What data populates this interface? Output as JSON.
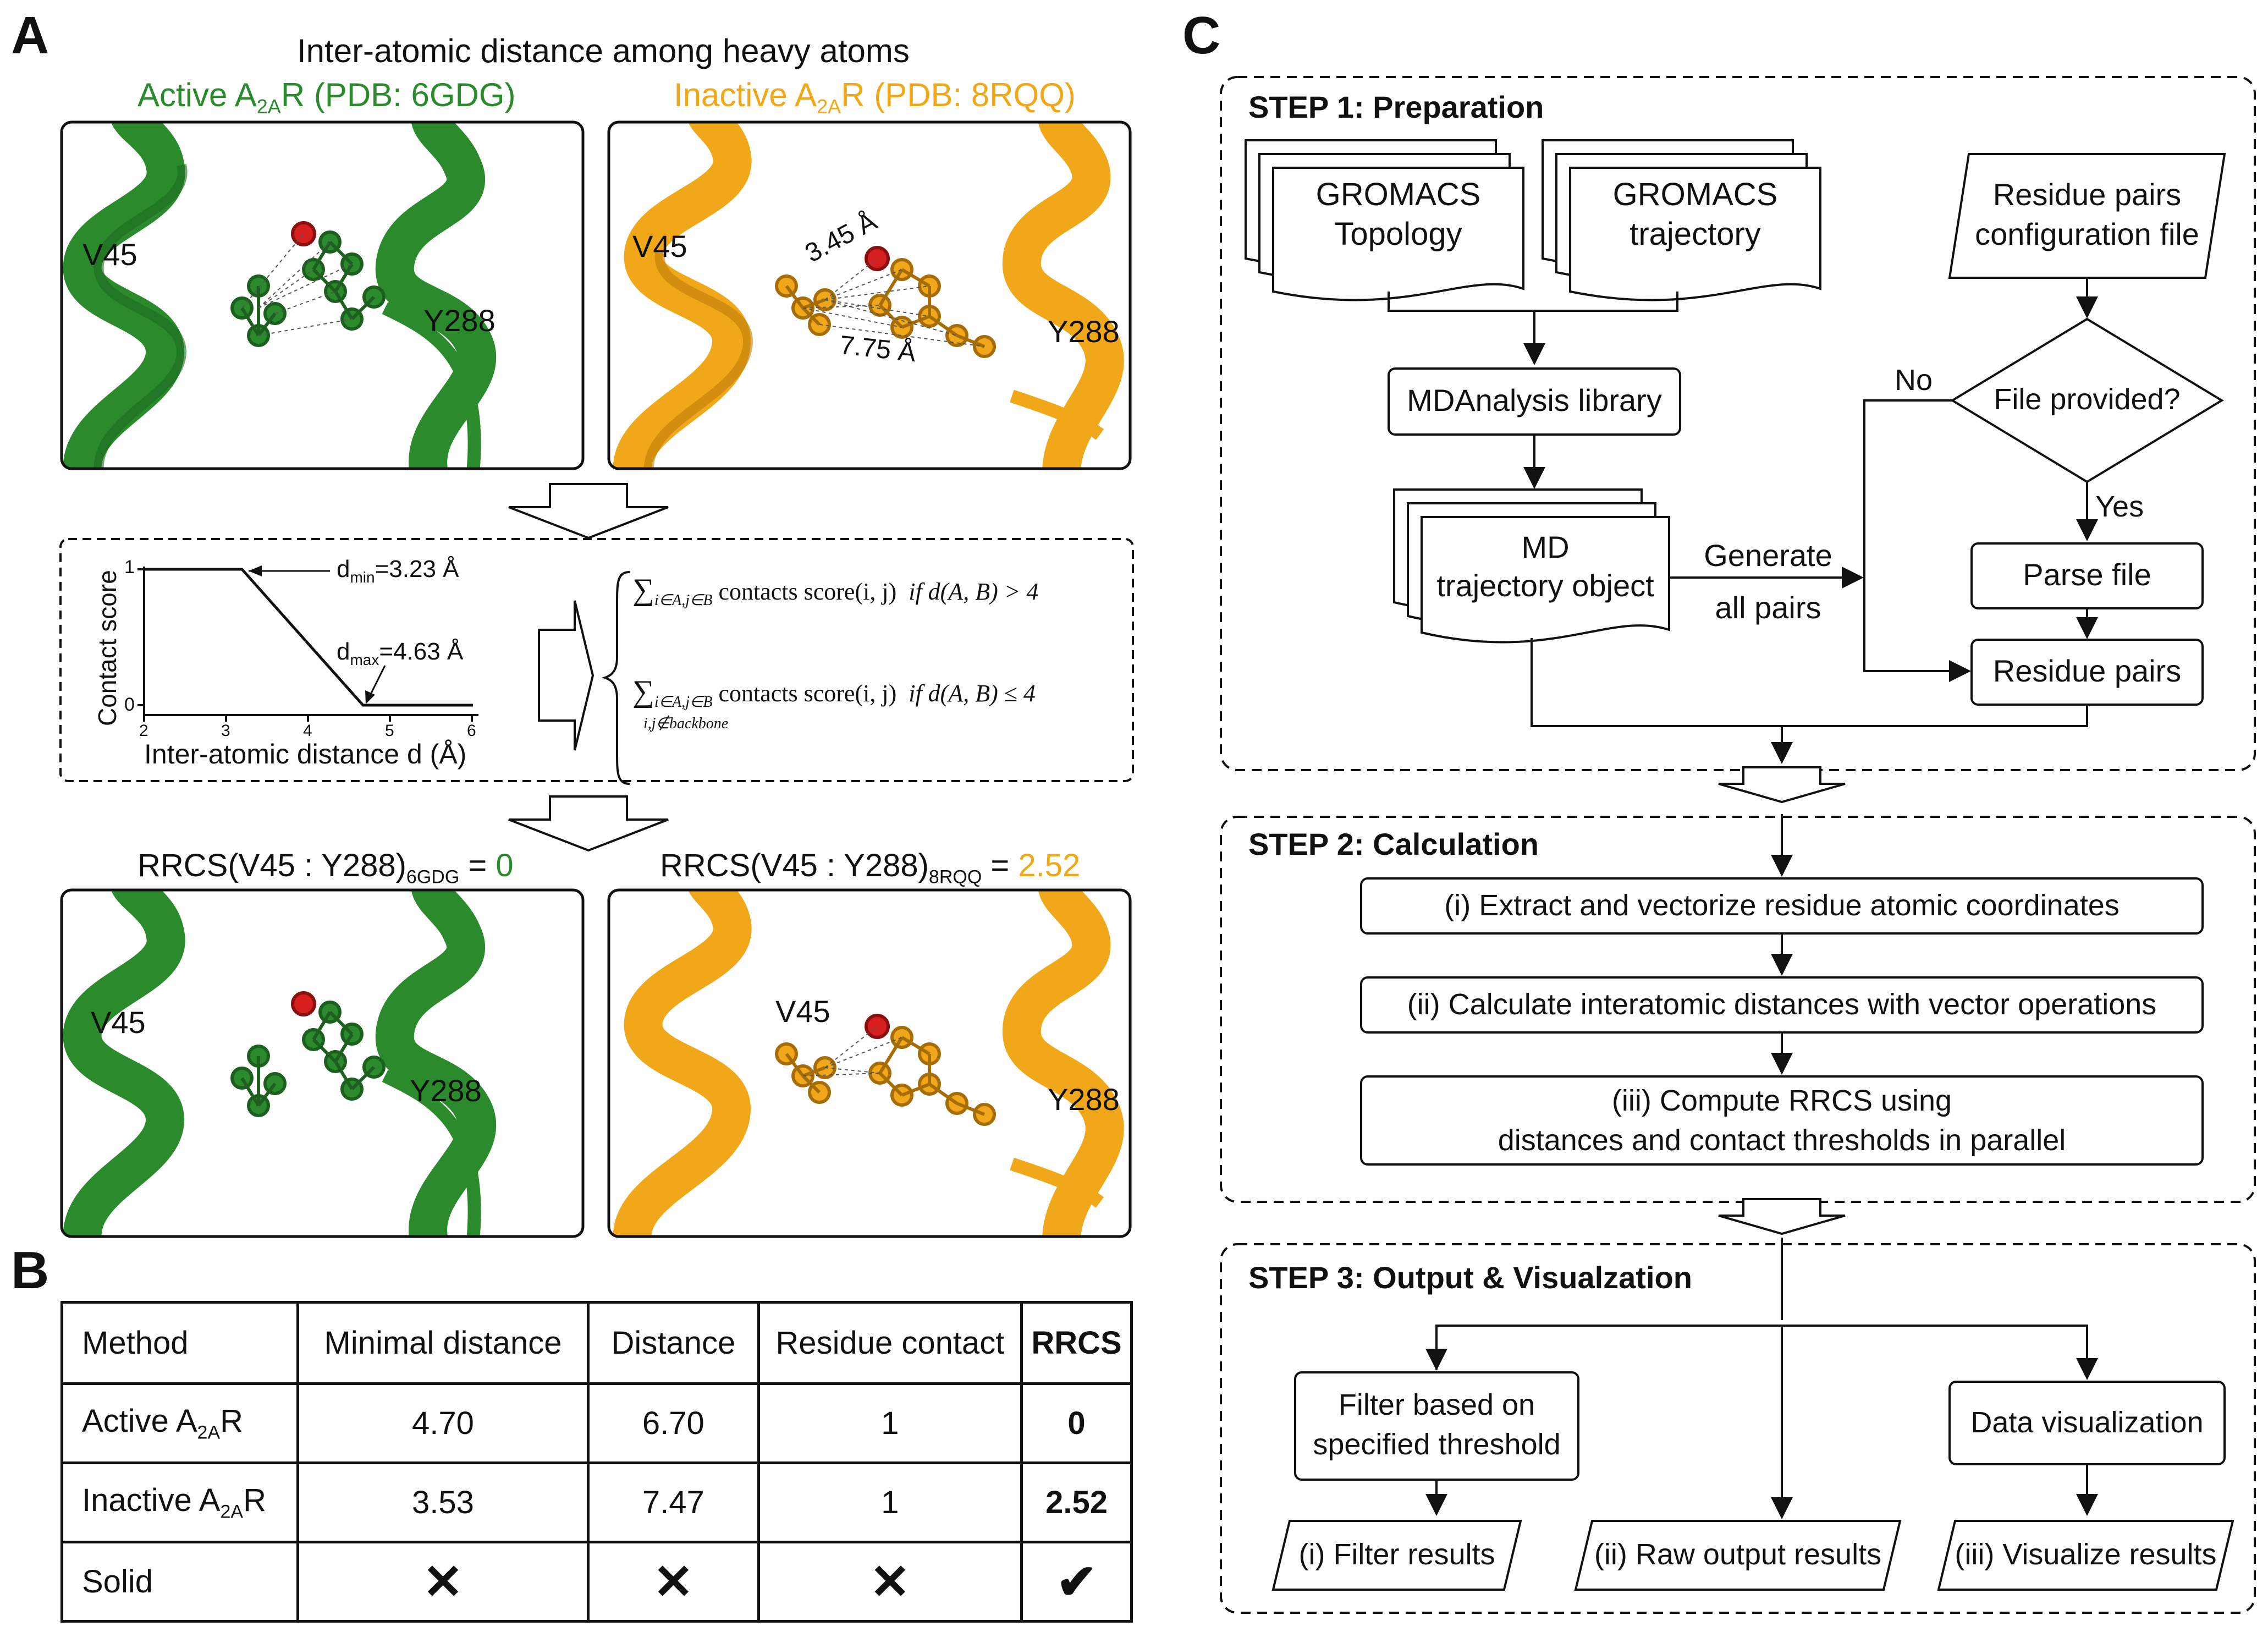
{
  "panels": {
    "a": "A",
    "b": "B",
    "c": "C"
  },
  "colors": {
    "active": "#2a8a2c",
    "inactive": "#f0a81a",
    "ink": "#111111"
  },
  "panel_a": {
    "title": "Inter-atomic distance among heavy atoms",
    "active_label": {
      "pre": "Active A",
      "sub": "2A",
      "post": "R (PDB: 6GDG)"
    },
    "inactive_label": {
      "pre": "Inactive A",
      "sub": "2A",
      "post": "R (PDB: 8RQQ)"
    },
    "residue_a": "V45",
    "residue_b": "Y288",
    "dist_short": "3.45 Å",
    "dist_long": "7.75 Å",
    "plot": {
      "ylabel": "Contact score",
      "xlabel": "Inter-atomic distance d (Å)",
      "xticks": [
        "2",
        "3",
        "4",
        "5",
        "6"
      ],
      "yticks": [
        "0",
        "1"
      ],
      "dmin": {
        "pre": "d",
        "sub": "min",
        "post": "=3.23 Å"
      },
      "dmax": {
        "pre": "d",
        "sub": "max",
        "post": "=4.63 Å"
      }
    },
    "formula": {
      "sum": "∑",
      "sub1": "i∈A,j∈B",
      "sub2": "i∈A,j∈B",
      "sub2b": "i,j∉backbone",
      "body": "contacts score(i, j)",
      "cond1": "if d(A, B) > 4",
      "cond2": "if d(A, B) ≤ 4"
    },
    "rrcs_active": {
      "pre": "RRCS(V45 : Y288)",
      "sub": "6GDG",
      "eq": " = ",
      "val": "0"
    },
    "rrcs_inactive": {
      "pre": "RRCS(V45 : Y288)",
      "sub": "8RQQ",
      "eq": " = ",
      "val": "2.52"
    }
  },
  "panel_b": {
    "headers": [
      "Method",
      "Minimal distance",
      "Distance",
      "Residue contact",
      "RRCS"
    ],
    "rows": [
      {
        "label_pre": "Active A",
        "label_sub": "2A",
        "label_post": "R",
        "values": [
          "4.70",
          "6.70",
          "1",
          "0"
        ]
      },
      {
        "label_pre": "Inactive A",
        "label_sub": "2A",
        "label_post": "R",
        "values": [
          "3.53",
          "7.47",
          "1",
          "2.52"
        ]
      }
    ],
    "solid": {
      "label": "Solid",
      "cross": "✕",
      "check": "✔"
    }
  },
  "panel_c": {
    "step1": "STEP 1: Preparation",
    "step2": "STEP 2: Calculation",
    "step3": "STEP 3: Output & Visualzation",
    "topology": [
      "GROMACS",
      "Topology"
    ],
    "trajectory": [
      "GROMACS",
      "trajectory"
    ],
    "config": [
      "Residue pairs",
      "configuration file"
    ],
    "mdanalysis": "MDAnalysis library",
    "decision": "File provided?",
    "no": "No",
    "yes": "Yes",
    "mdobj": [
      "MD",
      "trajectory object"
    ],
    "generate": [
      "Generate",
      "all pairs"
    ],
    "parse": "Parse file",
    "pairs": "Residue pairs",
    "calc1": "(i) Extract and vectorize residue atomic coordinates",
    "calc2": "(ii) Calculate interatomic distances with vector operations",
    "calc3": [
      "(iii) Compute RRCS using",
      "distances and contact thresholds in parallel"
    ],
    "filter": [
      "Filter based on",
      "specified threshold"
    ],
    "dataviz": "Data visualization",
    "out1": "(i) Filter results",
    "out2": "(ii) Raw output results",
    "out3": "(iii) Visualize results"
  }
}
